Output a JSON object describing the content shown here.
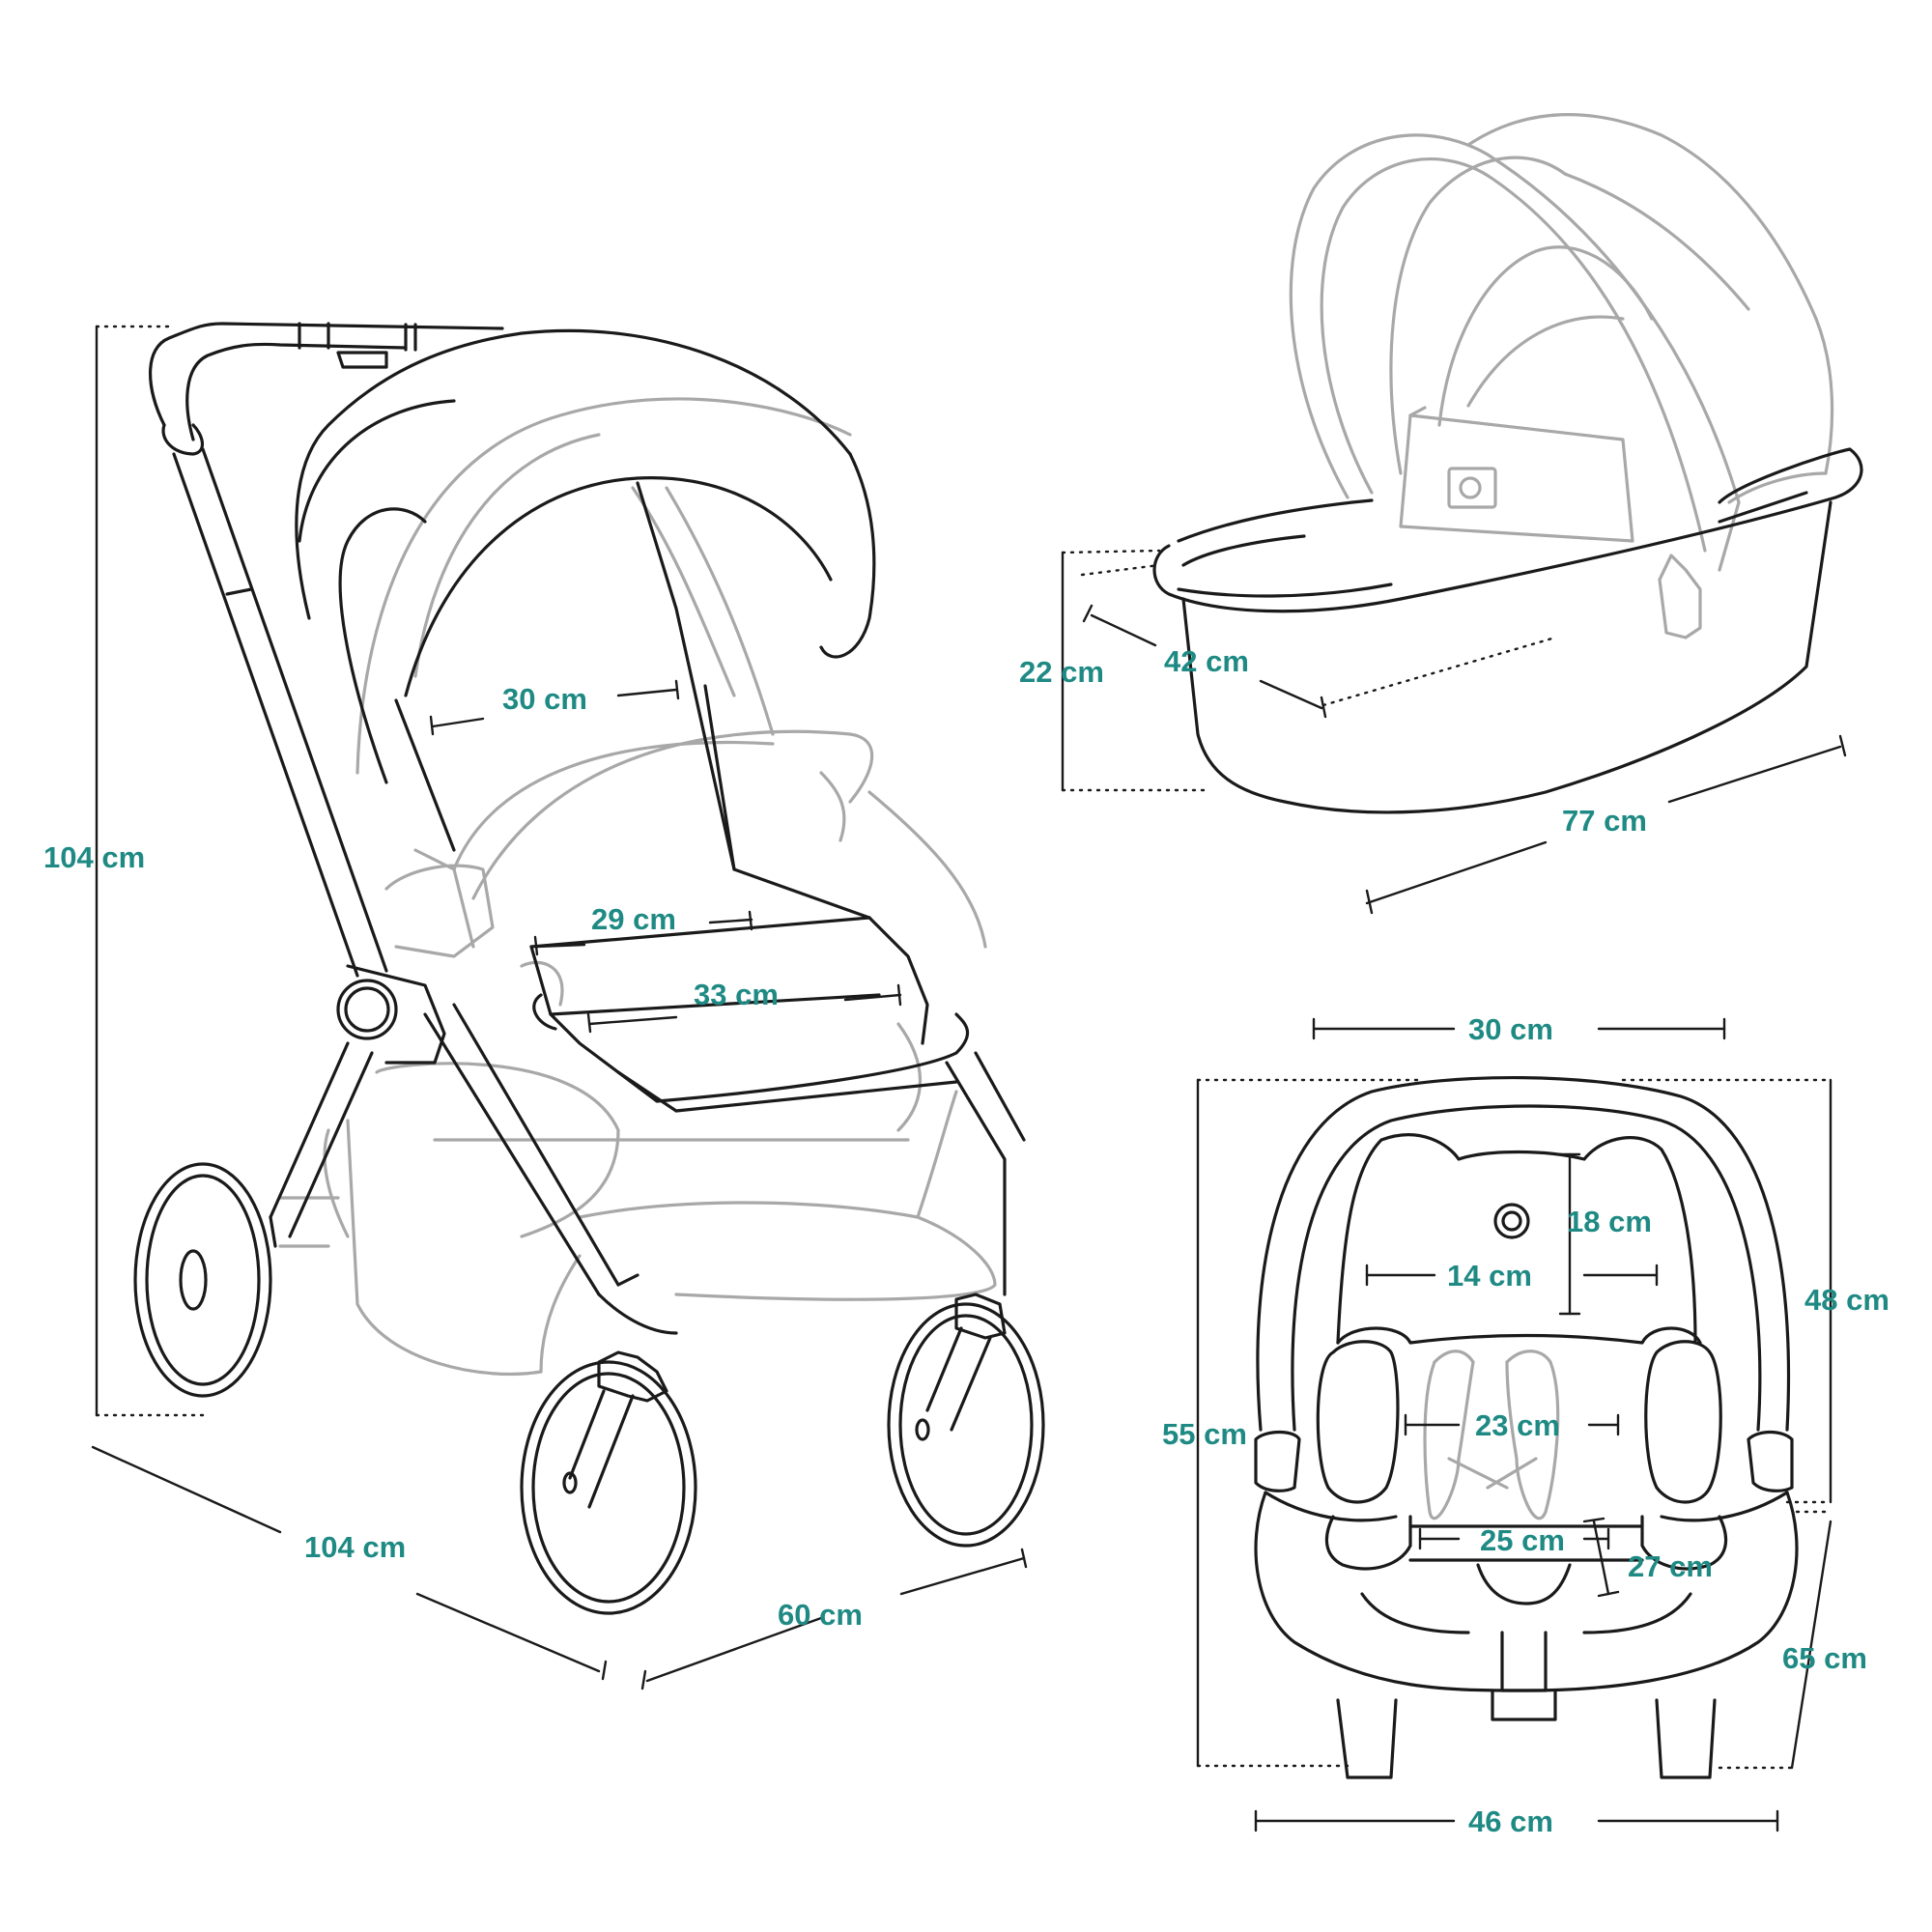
{
  "colors": {
    "label": "#1f8a84",
    "line": "#1a1a1a",
    "ghost": "#a8a8a8"
  },
  "stroller": {
    "height": "104 cm",
    "length": "104 cm",
    "width": "60 cm",
    "backrest_width": "30 cm",
    "seat_depth": "29 cm",
    "seat_width": "33 cm"
  },
  "carrycot": {
    "height": "22 cm",
    "width": "42 cm",
    "length": "77 cm"
  },
  "car_seat": {
    "top_width": "30 cm",
    "height_left": "55 cm",
    "height_right": "48 cm",
    "depth": "65 cm",
    "base_width": "46 cm",
    "headrest_height": "18 cm",
    "headrest_width": "14 cm",
    "torso_width": "23 cm",
    "seat_width": "25 cm",
    "seat_depth": "27 cm"
  }
}
